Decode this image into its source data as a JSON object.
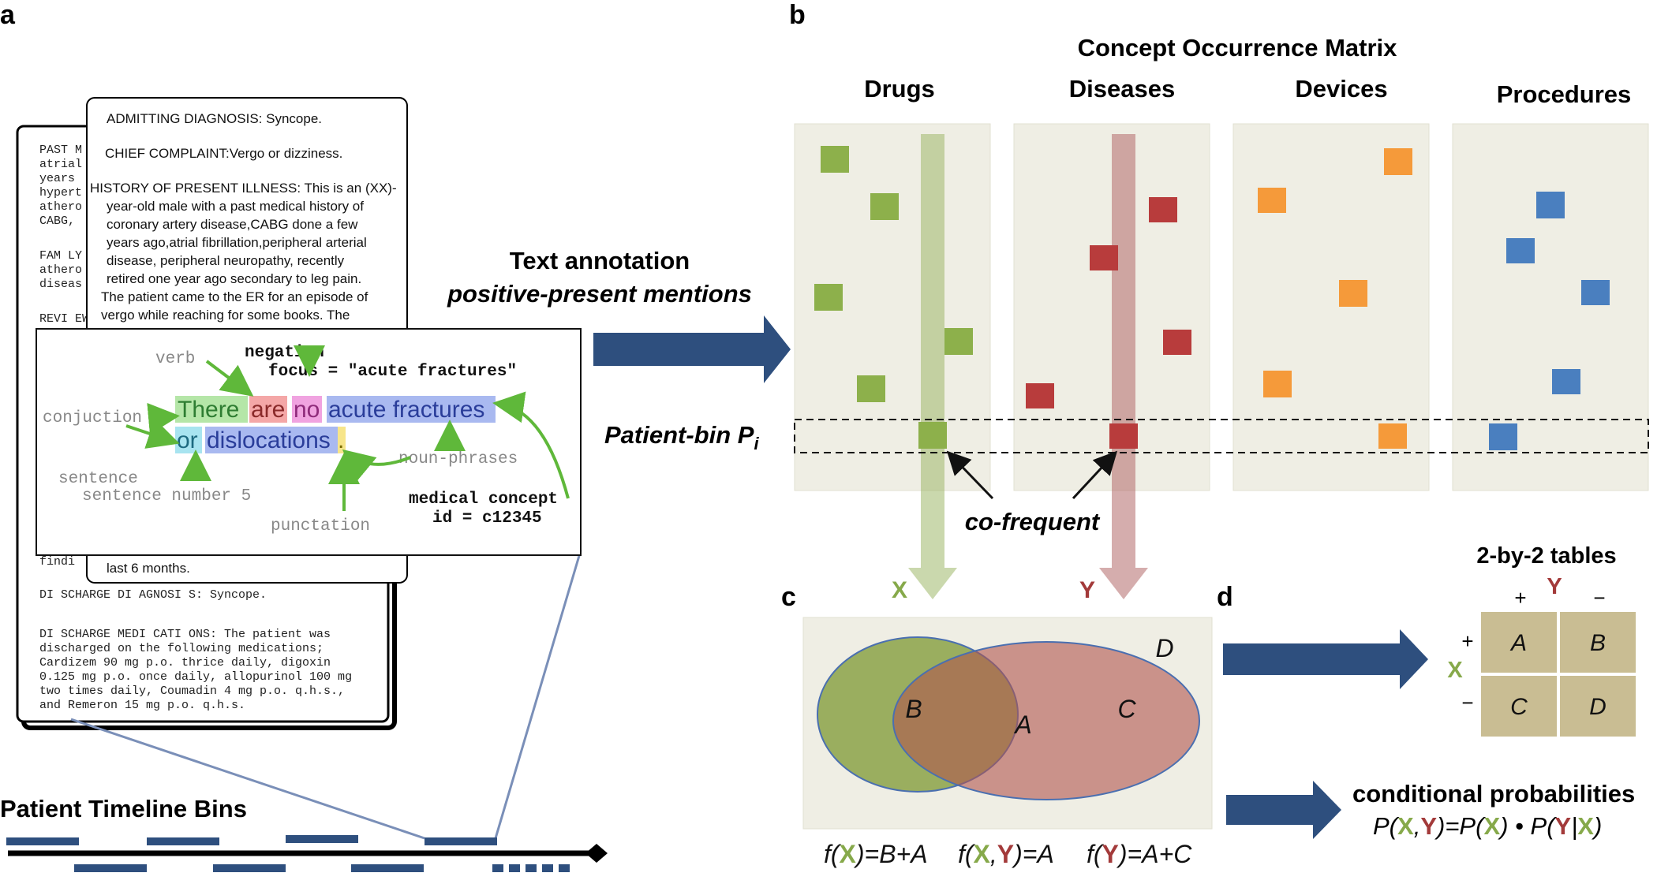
{
  "panels": {
    "a": "a",
    "b": "b",
    "c": "c",
    "d": "d"
  },
  "colors": {
    "drug": "#8db04b",
    "disease": "#b83c3c",
    "device": "#f59a3a",
    "procedure": "#4a7fbf",
    "arrow": "#2e4f7e",
    "panel_bg": "#efeee4",
    "table_bg": "#c9bd93",
    "x_green": "#86a94a",
    "y_red": "#a33a3a"
  },
  "notes_back": {
    "lines_top": [
      "PAST M",
      "atrial",
      "years",
      "hypert",
      "athero",
      "CABG,"
    ],
    "lines_fam": [
      "FAM LY",
      "athero",
      "diseas"
    ],
    "lines_rev": [
      "REVI EW"
    ],
    "lines_find": [
      "findi"
    ],
    "discharge_dx": "DI SCHARGE DI AGNOSI S:   Syncope.",
    "discharge_meds": [
      "DI SCHARGE MEDI CATI ONS:  The patient was",
      "discharged on the following medications;",
      "Cardizem 90 mg p.o. thrice daily, digoxin",
      "0.125 mg p.o. once daily, allopurinol 100 mg",
      "two times daily, Coumadin 4 mg p.o. q.h.s.,",
      "and Remeron 15 mg p.o. q.h.s."
    ]
  },
  "notes_front": {
    "admitting": "ADMITTING DIAGNOSIS: Syncope.",
    "chief": "CHIEF COMPLAINT:Vergo or dizziness.",
    "hpi_title": "HISTORY OF PRESENT ILLNESS: This is an (XX)-",
    "hpi_lines": [
      "year-old male with a past medical history of",
      "coronary artery disease,CABG done a few",
      "years ago,atrial fibrillation,peripheral arterial",
      "disease, peripheral neuropathy, recently",
      "retired one year ago secondary to leg pain.",
      "The patient came to the ER for an episode of",
      "vergo while reaching for some books. The"
    ],
    "last_line": "last 6 months."
  },
  "annotation": {
    "verb": "verb",
    "negation": "negation",
    "focus": "focus = \"acute fractures\"",
    "conjunction": "conjuction",
    "sentence1": "sentence",
    "sentence2": "sentence number 5",
    "noun_phrases": "noun-phrases",
    "punctuation": "punctation",
    "medical_concept": "medical concept",
    "concept_id": "id = c12345",
    "tokens_line1": [
      {
        "text": "There",
        "bg": "#b5e6a8",
        "color": "#2e7d32"
      },
      {
        "text": " ",
        "bg": "none",
        "color": "#000"
      },
      {
        "text": "are",
        "bg": "#f4a7a7",
        "color": "#8a2a2a"
      },
      {
        "text": " ",
        "bg": "none",
        "color": "#000"
      },
      {
        "text": "no",
        "bg": "#f0a3e0",
        "color": "#8e2a7a"
      },
      {
        "text": " ",
        "bg": "none",
        "color": "#000"
      },
      {
        "text": "acute fractures",
        "bg": "#a9b9f0",
        "color": "#2a3d9a"
      }
    ],
    "tokens_line2": [
      {
        "text": "or",
        "bg": "#a8e4f0",
        "color": "#1d6a80"
      },
      {
        "text": " ",
        "bg": "none",
        "color": "#000"
      },
      {
        "text": "dislocations",
        "bg": "#a9b9f0",
        "color": "#2a3d9a"
      },
      {
        "text": ".",
        "bg": "#f7e58a",
        "color": "#7a6a00"
      }
    ]
  },
  "text_annotation": {
    "line1": "Text annotation",
    "line2": "positive-present mentions"
  },
  "timeline": {
    "label": "Patient Timeline Bins"
  },
  "matrix": {
    "title": "Concept Occurrence Matrix",
    "columns": [
      "Drugs",
      "Diseases",
      "Devices",
      "Procedures"
    ],
    "patient_bin": "Patient-bin P",
    "patient_bin_sub": "i",
    "co_frequent": "co-frequent",
    "x_label": "X",
    "y_label": "Y"
  },
  "venn": {
    "B": "B",
    "A": "A",
    "C": "C",
    "D": "D",
    "fx_pre": "f(",
    "fx_x": "X",
    "fx_post": ")=B+A",
    "fxy_pre": "f(",
    "fxy_x": "X",
    "fxy_comma": ",",
    "fxy_y": "Y",
    "fxy_post": ")=A",
    "fy_pre": "f(",
    "fy_y": "Y",
    "fy_post": ")=A+C"
  },
  "table": {
    "title": "2-by-2 tables",
    "y_label": "Y",
    "x_label": "X",
    "plus": "+",
    "minus": "−",
    "cells": [
      "A",
      "B",
      "C",
      "D"
    ]
  },
  "conditional": {
    "title": "conditional probabilities",
    "f1": "P(",
    "f_x1": "X",
    "f2": ",",
    "f_y1": "Y",
    "f3": ")=P(",
    "f_x2": "X",
    "f4": ") • P(",
    "f_y2": "Y",
    "f5": "|",
    "f_x3": "X",
    "f6": ")"
  }
}
